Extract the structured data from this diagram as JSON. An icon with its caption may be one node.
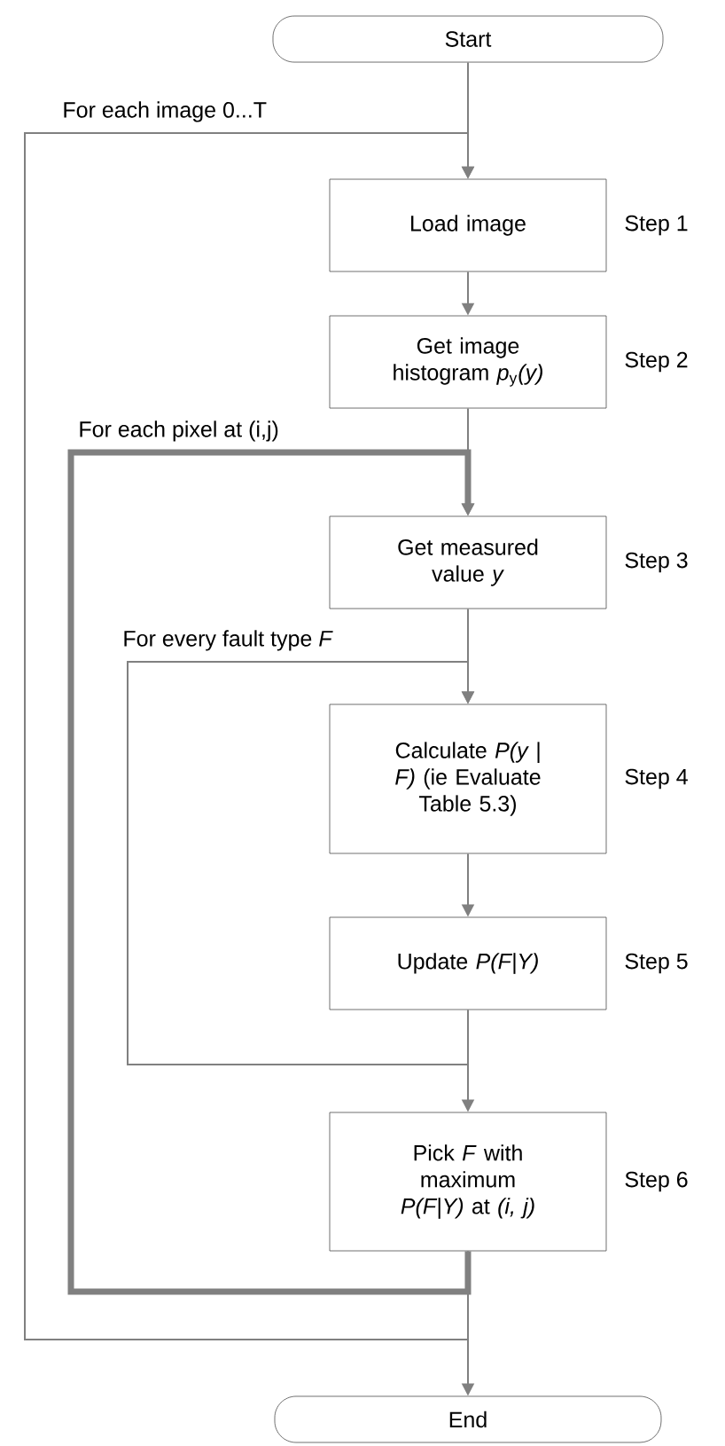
{
  "diagram": {
    "nodes": [
      {
        "text": [
          "Start"
        ]
      },
      {
        "text": [
          "Load image"
        ],
        "beside": [
          "Step 1"
        ]
      },
      {
        "text": [
          "Get image histogram *p*$_{y}$*(y)*"
        ],
        "beside": [
          "Step 2"
        ]
      },
      {
        "text": [
          "Get measured value *y*"
        ],
        "beside": [
          "Step 3"
        ]
      },
      {
        "text": [
          "Calculate *P(y | F)* (ie Evaluate Table 5.3)"
        ],
        "beside": [
          "Step 4"
        ]
      },
      {
        "text": [
          "Update *P(F|Y)*"
        ],
        "beside": [
          "Step 5"
        ]
      },
      {
        "text": [
          "Pick *F* with maximum *P(F|Y)* at *(i, j)*"
        ],
        "beside": [
          "Step 6"
        ]
      },
      {
        "text": [
          "End"
        ]
      }
    ],
    "edges": [
      {
        "from": 0,
        "to": 1,
        "arrow": "to"
      },
      {
        "from": 1,
        "to": 2,
        "arrow": "to"
      },
      {
        "from": 2,
        "to": 3,
        "arrow": "to"
      },
      {
        "from": 3,
        "to": 4,
        "arrow": "to"
      },
      {
        "from": 4,
        "to": 5,
        "arrow": "to"
      },
      {
        "from": 5,
        "to": 6,
        "arrow": "to"
      },
      {
        "from": 6,
        "to": 7,
        "arrow": "to"
      },
      {
        "from": 6,
        "to": 1,
        "arrow": "to",
        "label": "For each image 0...T"
      },
      {
        "from": 6,
        "to": 3,
        "arrow": "to",
        "label": "For each pixel at (i,j)",
        "style": "thick"
      },
      {
        "from": 5,
        "to": 4,
        "arrow": "to",
        "label": "For every fault type *F*"
      }
    ]
  }
}
